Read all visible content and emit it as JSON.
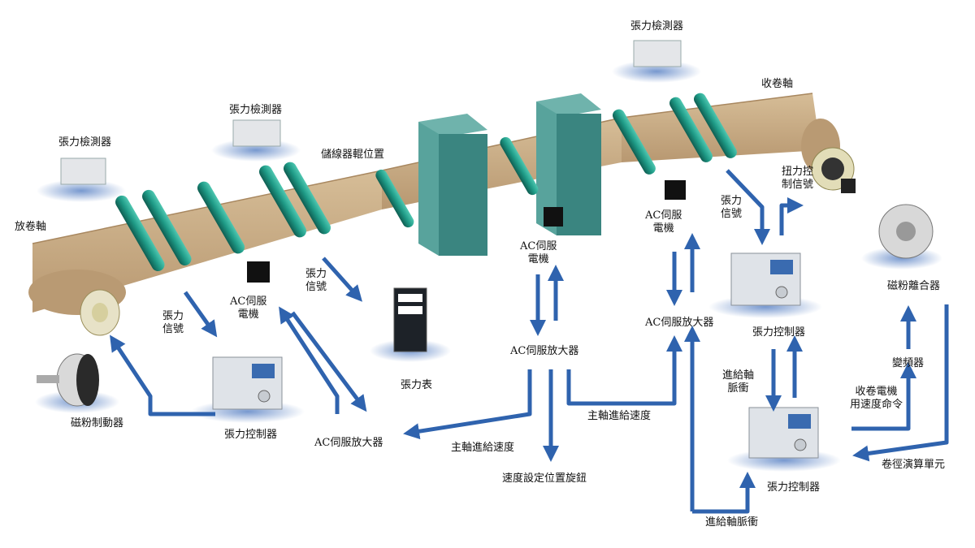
{
  "labels": {
    "sensor_1": "張力檢測器",
    "sensor_2": "張力檢測器",
    "sensor_3": "張力檢測器",
    "unwind_shaft": "放卷軸",
    "rewind_shaft": "收卷軸",
    "accumulator_position": "儲線器輥位置",
    "tension_signal_1": "張力\n信號",
    "tension_signal_2": "張力\n信號",
    "tension_signal_3": "張力\n信號",
    "torque_signal": "扭力控\n制信號",
    "servo_motor_left": "AC伺服\n電機",
    "servo_motor_center": "AC伺服\n電機",
    "servo_motor_right": "AC伺服\n電機",
    "servo_amp_center": "AC伺服放大器",
    "servo_amp_right": "AC伺服放大器",
    "servo_amp_bottom": "AC伺服放大器",
    "tension_meter": "張力表",
    "tension_controller_left": "張力控制器",
    "tension_controller_right_top": "張力控制器",
    "tension_controller_right_bottom": "張力控制器",
    "powder_brake": "磁粉制動器",
    "powder_clutch": "磁粉離合器",
    "inverter": "變頻器",
    "main_feed_speed_1": "主軸進給速度",
    "main_feed_speed_2": "主軸進給速度",
    "speed_knob": "速度設定位置旋鈕",
    "feed_pulse_1": "進給軸\n脈衝",
    "feed_pulse_2": "進給軸脈衝",
    "rewind_motor_speed_cmd": "收卷電機\n用速度命令",
    "roll_diameter_unit": "卷徑演算單元"
  },
  "colors": {
    "web": "#c9ad86",
    "roller": "#1f9e8a",
    "frame": "#3f8a86",
    "arrow": "#2f63ae",
    "device": "#dfe3e8"
  }
}
